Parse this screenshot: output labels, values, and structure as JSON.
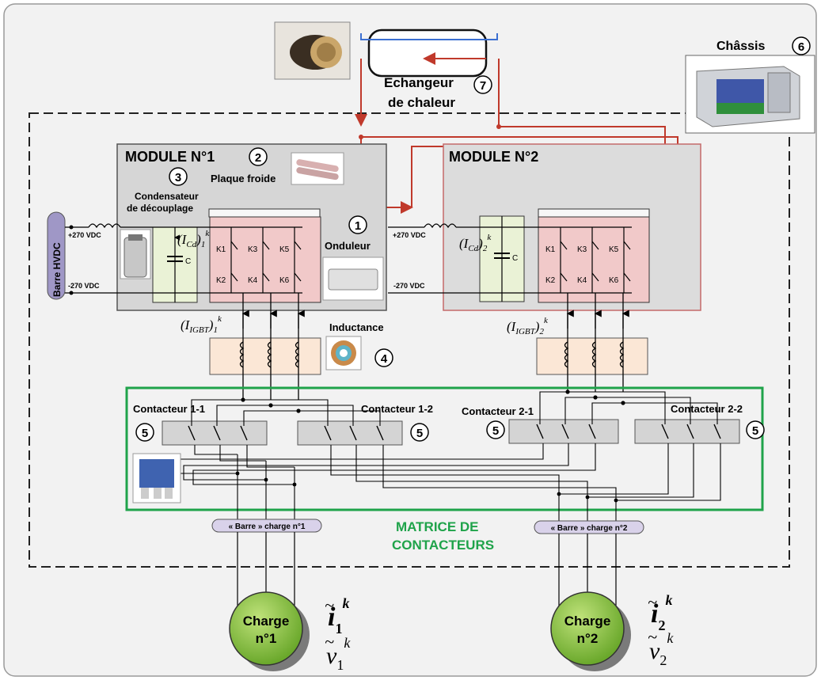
{
  "modules": {
    "m1_title": "MODULE N°1",
    "m2_title": "MODULE N°2"
  },
  "labels": {
    "chassis": "Châssis",
    "echangeur_line1": "Echangeur",
    "echangeur_line2": "de chaleur",
    "plaque_froide": "Plaque froide",
    "condensateur_line1": "Condensateur",
    "condensateur_line2": "de découplage",
    "onduleur": "Onduleur",
    "inductance": "Inductance",
    "barre_hvdc": "Barre HVDC",
    "plus270": "+270 VDC",
    "minus270": "-270 VDC",
    "cap_c": "C",
    "contacteur_1_1": "Contacteur 1-1",
    "contacteur_1_2": "Contacteur 1-2",
    "contacteur_2_1": "Contacteur 2-1",
    "contacteur_2_2": "Contacteur 2-2",
    "matrice_line1": "MATRICE DE",
    "matrice_line2": "CONTACTEURS",
    "barre_charge1": "« Barre » charge n°1",
    "barre_charge2": "« Barre » charge n°2",
    "charge1_line1": "Charge",
    "charge1_line2": "n°1",
    "charge2_line1": "Charge",
    "charge2_line2": "n°2"
  },
  "switches": [
    "K1",
    "K3",
    "K5",
    "K2",
    "K4",
    "K6"
  ],
  "badges": {
    "b1": "1",
    "b2": "2",
    "b3": "3",
    "b4": "4",
    "b5": "5",
    "b6": "6",
    "b7": "7"
  },
  "math": {
    "icd1": "(I",
    "icd_sub": "Cd",
    "icd1_sub": "1",
    "icd2_sub": "2",
    "sup_k": "k",
    "igbt": "(I",
    "igbt_sub": "IGBT",
    "i_tilde": "i",
    "v_tilde": "v",
    "sub1": "1",
    "sub2": "2"
  },
  "colors": {
    "module_fill": "#d6d6d6",
    "module2_fill": "#dcdcdc",
    "inverter_fill": "#f1c9c9",
    "cap_fill": "#eaf2d6",
    "inductor_fill": "#fbe7d6",
    "contactor_fill": "#d4d4d4",
    "cooling_red": "#c0392b",
    "cooling_blue": "#3b6fd1",
    "matrix_green": "#1fa34a",
    "label_fill": "#d9d2ea",
    "charge_green": "#8cc63f"
  }
}
